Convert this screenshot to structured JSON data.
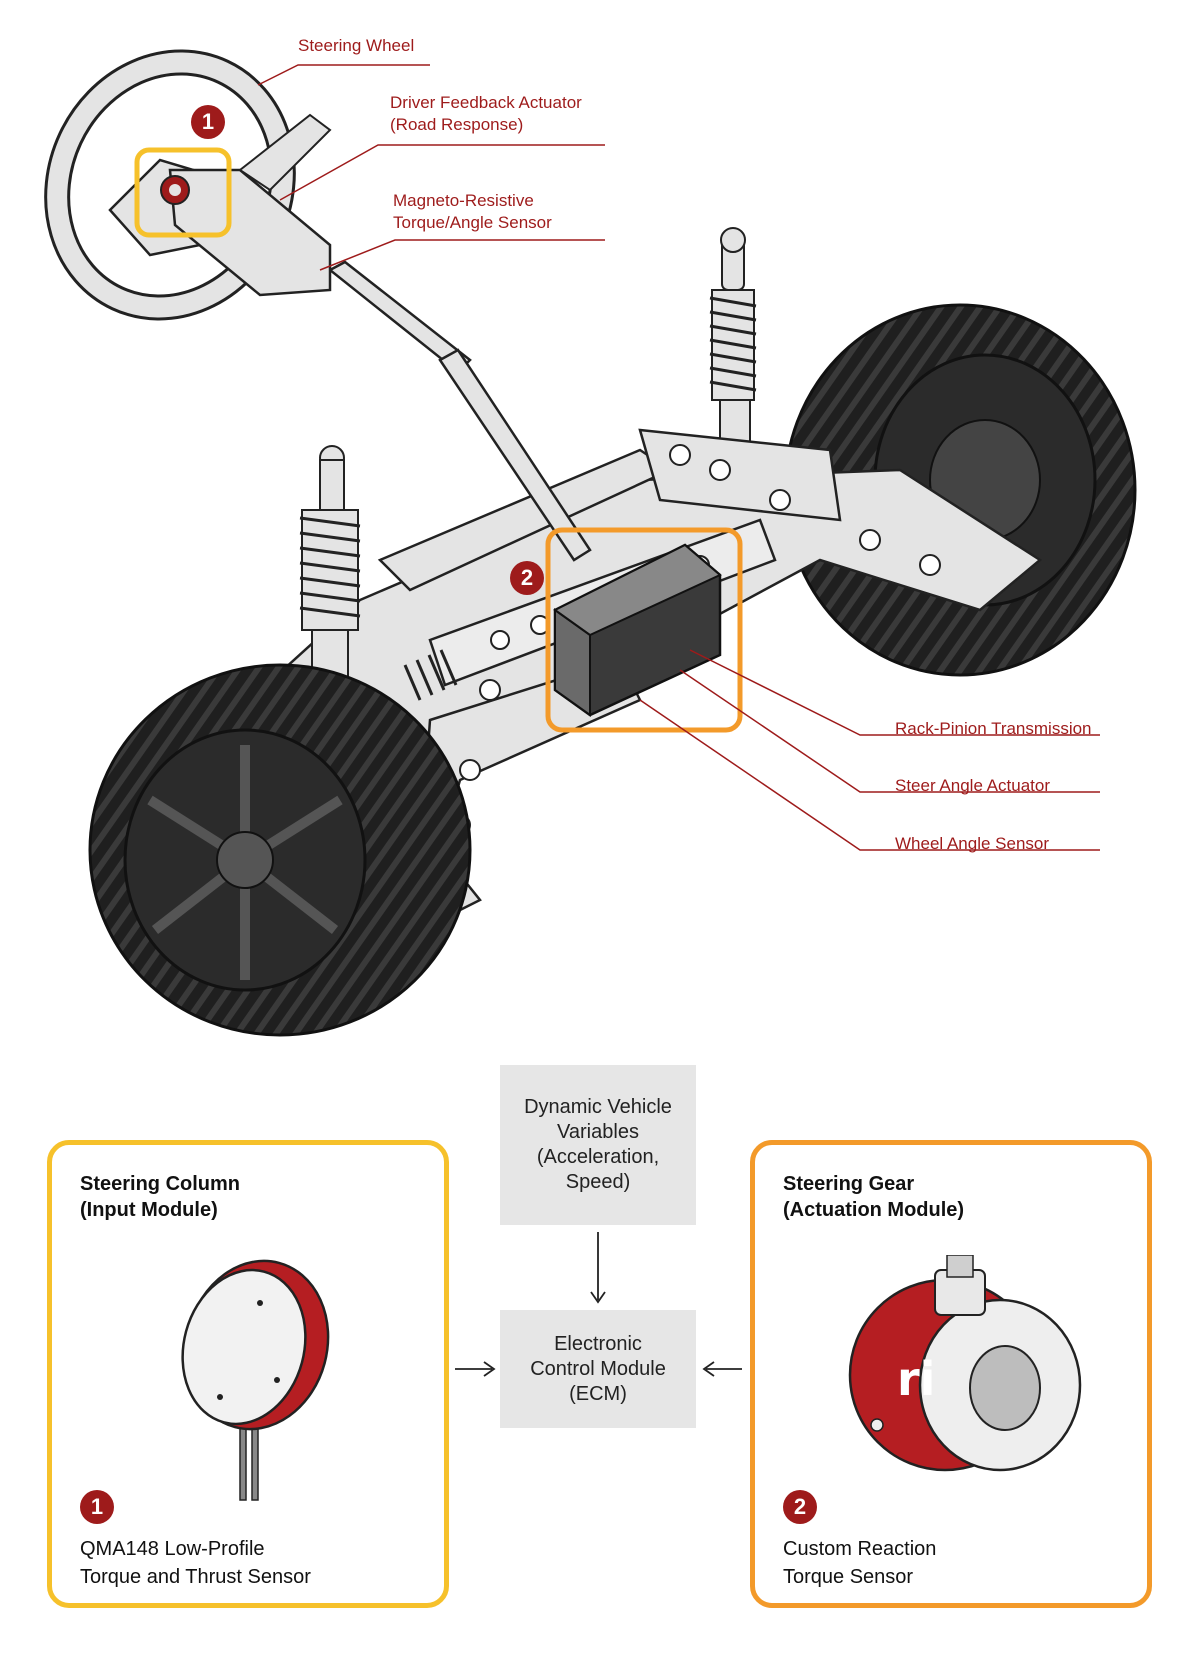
{
  "callouts": {
    "steering_wheel": "Steering Wheel",
    "driver_feedback_actuator": "Driver Feedback Actuator",
    "driver_feedback_actuator_sub": "(Road Response)",
    "mr_sensor": "Magneto-Resistive",
    "mr_sensor_sub": "Torque/Angle Sensor",
    "rack_pinion": "Rack-Pinion Transmission",
    "steer_angle_actuator": "Steer Angle Actuator",
    "wheel_angle_sensor": "Wheel Angle Sensor"
  },
  "badges": {
    "one": "1",
    "two": "2"
  },
  "flow": {
    "inputs": "Dynamic Vehicle\nVariables\n(Acceleration,\nSpeed)",
    "ecm": "Electronic\nControl Module\n(ECM)"
  },
  "input_module": {
    "title": "Steering Column\n(Input Module)",
    "caption": "QMA148 Low-Profile\nTorque and Thrust Sensor",
    "badge": "1"
  },
  "actuation_module": {
    "title": "Steering Gear\n(Actuation Module)",
    "caption": "Custom Reaction\nTorque Sensor",
    "badge": "2"
  },
  "colors": {
    "accent_red": "#9e1b1b",
    "yellow_frame": "#f6c12b",
    "orange_frame": "#f39a2a",
    "tire": "#1f1f1f",
    "chassis": "#e4e4e4"
  }
}
